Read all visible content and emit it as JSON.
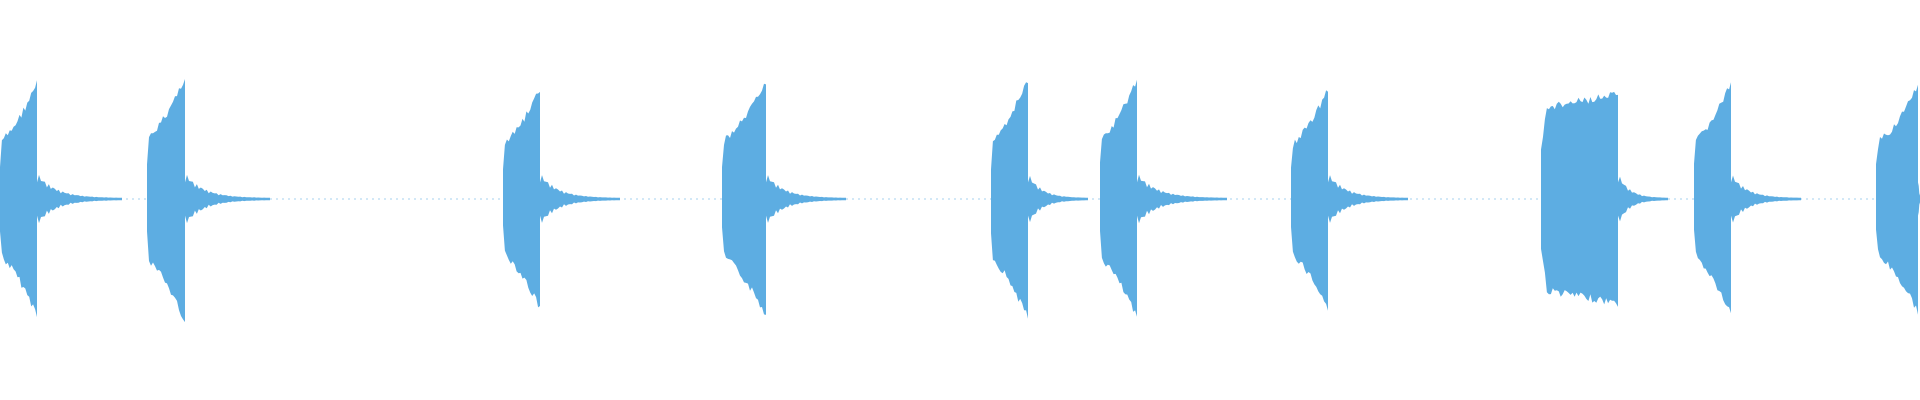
{
  "waveform": {
    "color": "#5dade2",
    "background": "#ffffff",
    "bursts": [
      {
        "id": "burst-1",
        "amplitude": 0.95
      },
      {
        "id": "burst-2",
        "amplitude": 1.0
      },
      {
        "id": "burst-3",
        "amplitude": 0.9
      },
      {
        "id": "burst-4",
        "amplitude": 0.95
      },
      {
        "id": "burst-5",
        "amplitude": 0.98
      },
      {
        "id": "burst-6",
        "amplitude": 0.98
      },
      {
        "id": "burst-7",
        "amplitude": 0.9
      },
      {
        "id": "burst-8",
        "amplitude": 0.95
      },
      {
        "id": "burst-9",
        "amplitude": 0.95
      },
      {
        "id": "burst-10",
        "amplitude": 0.92
      }
    ]
  }
}
